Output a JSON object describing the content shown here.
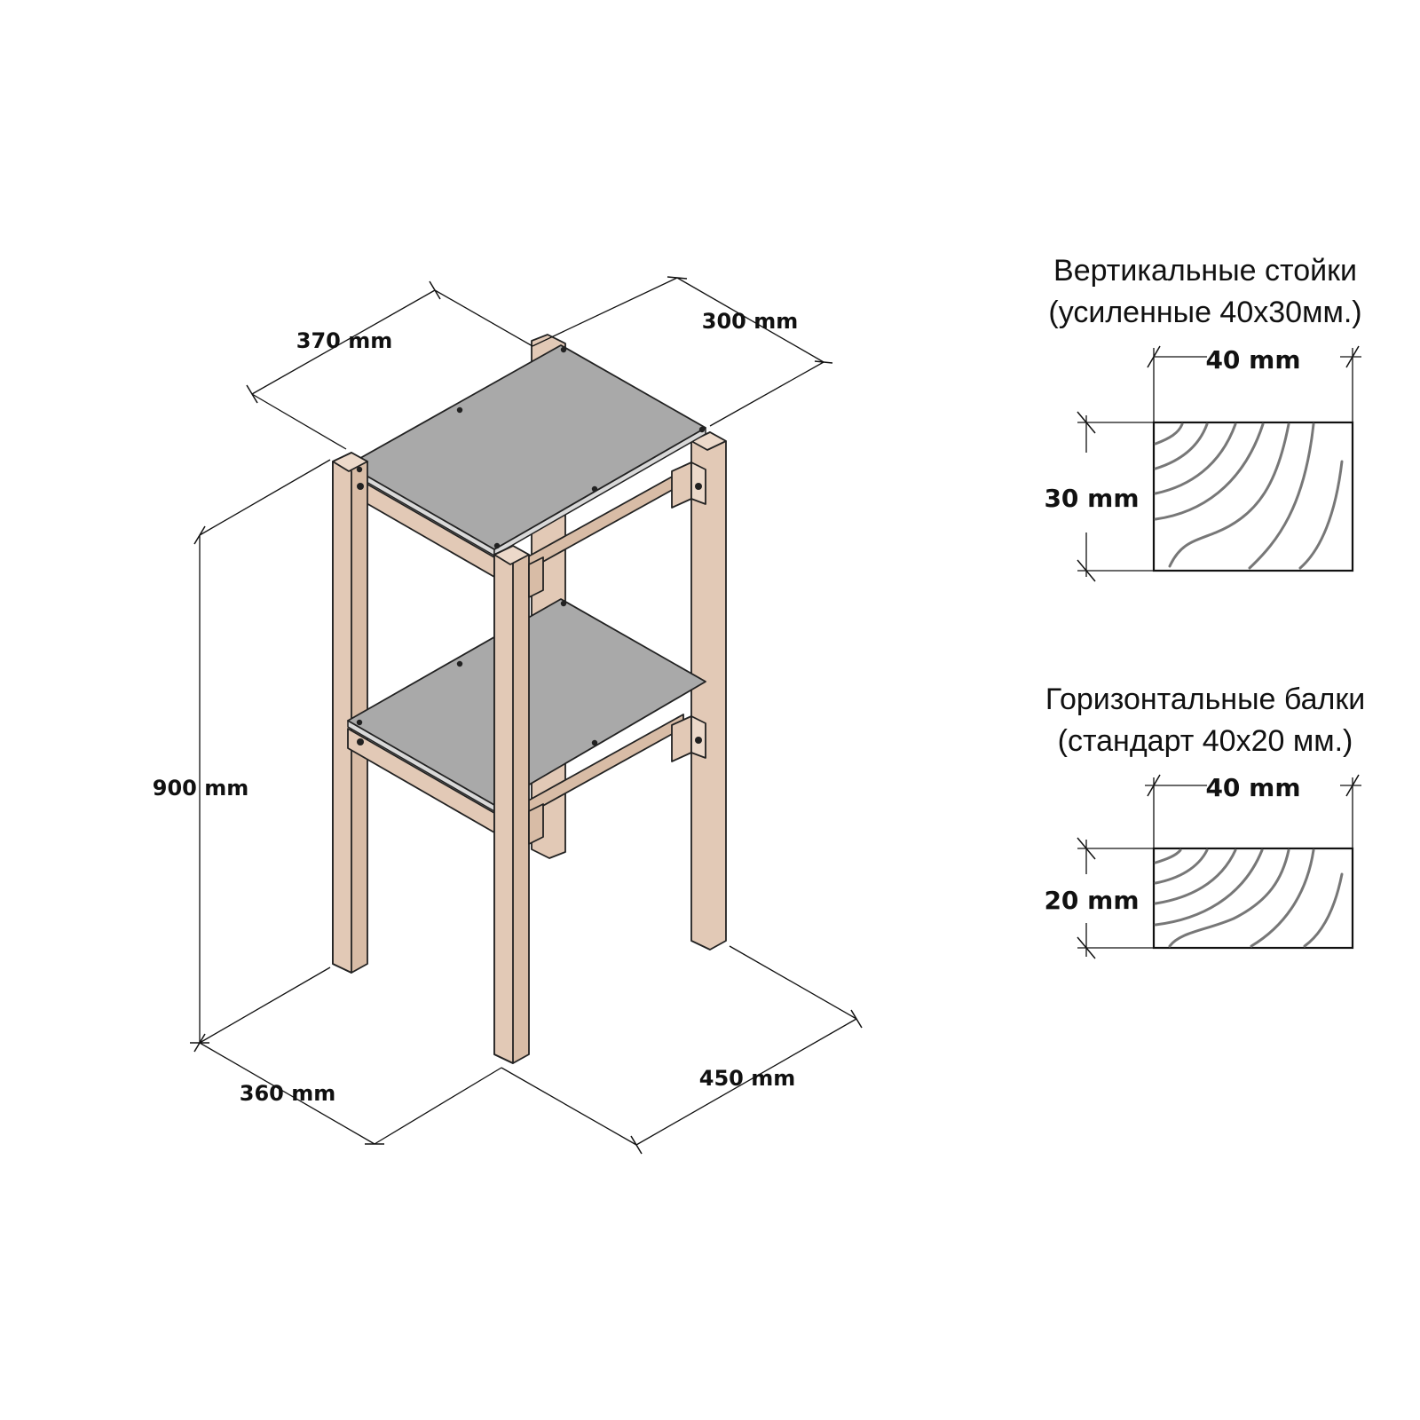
{
  "assembly": {
    "dimensions": {
      "depth_top": "370 mm",
      "width_top": "300 mm",
      "height": "900 mm",
      "depth_bottom": "360 mm",
      "width_bottom": "450 mm"
    }
  },
  "vertical_posts": {
    "title_line1": "Вертикальные стойки",
    "title_line2": "(усиленные 40х30мм.)",
    "width": "40 mm",
    "height": "30 mm"
  },
  "horizontal_beams": {
    "title_line1": "Горизонтальные балки",
    "title_line2": "(стандарт 40х20 мм.)",
    "width": "40 mm",
    "height": "20 mm"
  }
}
